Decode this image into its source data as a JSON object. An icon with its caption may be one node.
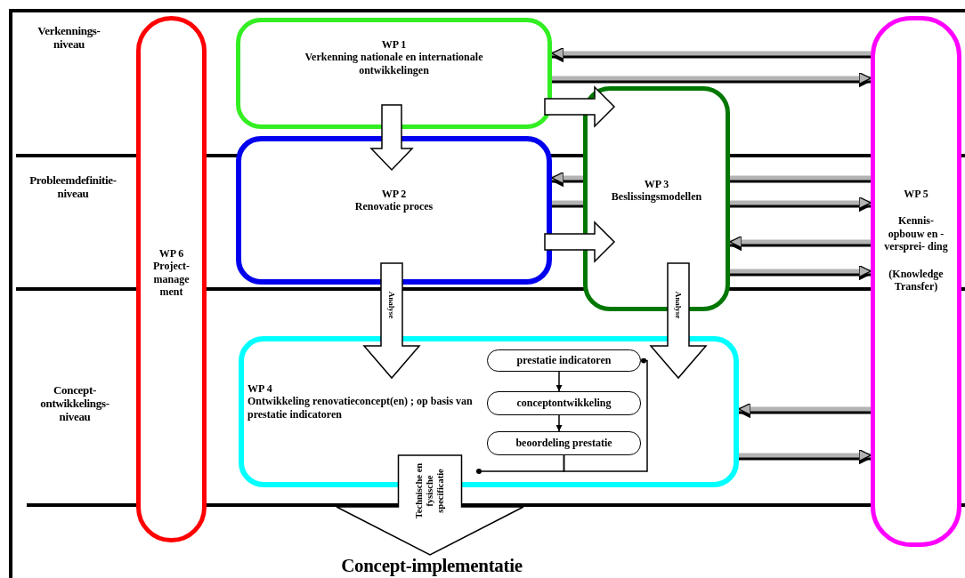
{
  "diagram": {
    "nodes": [
      {
        "text": [
          "WP 1",
          "Verkenning nationale en internationale ontwikkelingen"
        ]
      },
      {
        "text": [
          "WP 2",
          "Renovatie proces"
        ]
      },
      {
        "text": [
          "WP 3",
          "Beslissingsmodellen"
        ]
      },
      {
        "text": [
          "WP 4",
          "Ontwikkeling renovatieconcept(en) ; op basis van prestatie indicatoren"
        ]
      },
      {
        "text": [
          "prestatie indicatoren"
        ],
        "in": 3
      },
      {
        "text": [
          "conceptontwikkeling"
        ],
        "in": 3
      },
      {
        "text": [
          "beoordeling prestatie"
        ],
        "in": 3
      },
      {
        "text": [
          "WP 5",
          "Kennis- opbouw en -versprei- ding",
          "(Knowledge Transfer)"
        ]
      },
      {
        "text": [
          "WP 6",
          "Project- manage ment"
        ]
      },
      {
        "text": [
          "Concept-implementatie"
        ]
      }
    ],
    "edges": [
      {
        "from": 0,
        "to": 1,
        "arrow": "to",
        "style": "thick",
        "color": "#000000"
      },
      {
        "from": 0,
        "to": 2,
        "arrow": "to",
        "style": "thick",
        "color": "#000000"
      },
      {
        "from": 1,
        "to": 2,
        "arrow": "to",
        "style": "thick",
        "color": "#000000"
      },
      {
        "from": 1,
        "to": 3,
        "arrow": "to",
        "style": "thick",
        "color": "#000000",
        "label": "Analyse"
      },
      {
        "from": 2,
        "to": 3,
        "arrow": "to",
        "style": "thick",
        "color": "#000000",
        "label": "Analyse"
      },
      {
        "from": 3,
        "to": 9,
        "arrow": "to",
        "style": "thick",
        "color": "#000000",
        "label": "Technische en fysische specificatie"
      },
      {
        "from": 7,
        "to": 0,
        "arrow": "to"
      },
      {
        "from": 0,
        "to": 7,
        "arrow": "to"
      },
      {
        "from": 7,
        "to": 2,
        "arrow": "none"
      },
      {
        "from": 2,
        "to": 1,
        "arrow": "to"
      },
      {
        "from": 1,
        "to": 2,
        "arrow": "none"
      },
      {
        "from": 2,
        "to": 7,
        "arrow": "to"
      },
      {
        "from": 7,
        "to": 2,
        "arrow": "to"
      },
      {
        "from": 2,
        "to": 7,
        "arrow": "to"
      },
      {
        "from": 7,
        "to": 3,
        "arrow": "to"
      },
      {
        "from": 3,
        "to": 7,
        "arrow": "to"
      },
      {
        "from": 4,
        "to": 5,
        "arrow": "to",
        "color": "#000000"
      },
      {
        "from": 5,
        "to": 6,
        "arrow": "to",
        "color": "#000000"
      },
      {
        "from": 6,
        "to": 4,
        "arrow": "other",
        "color": "#000000"
      },
      {
        "from": 6,
        "to": 3,
        "arrow": "other",
        "color": "#000000"
      }
    ],
    "labels": [
      "Verkennings- niveau",
      "Probleemdefinitie- niveau",
      "Concept- ontwikkelings- niveau"
    ]
  }
}
